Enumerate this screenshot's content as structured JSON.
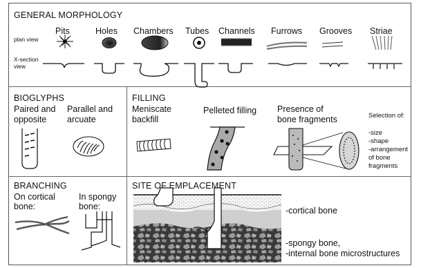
{
  "morphology": {
    "title": "GENERAL MORPHOLOGY",
    "plan_view_label": "plan view",
    "xsection_label_1": "X-section",
    "xsection_label_2": "view",
    "columns": [
      "Pits",
      "Holes",
      "Chambers",
      "Tubes",
      "Channels",
      "Furrows",
      "Grooves",
      "Striae"
    ]
  },
  "bioglyphs": {
    "title": "BIOGLYPHS",
    "paired_1": "Paired and",
    "paired_2": "opposite",
    "parallel_1": "Parallel and",
    "parallel_2": "arcuate"
  },
  "filling": {
    "title": "FILLING",
    "meniscate_1": "Meniscate",
    "meniscate_2": "backfill",
    "pelleted": "Pelleted filling",
    "presence_1": "Presence of",
    "presence_2": "bone fragments",
    "selection_title": "Selection of:",
    "selection_items": [
      "-size",
      "-shape",
      "-arrangement",
      "of bone",
      "fragments"
    ]
  },
  "branching": {
    "title": "BRANCHING",
    "cortical_1": "On cortical",
    "cortical_2": "bone:",
    "spongy_1": "In spongy",
    "spongy_2": "bone:"
  },
  "emplacement": {
    "title": "SITE OF EMPLACEMENT",
    "cortical": "-cortical bone",
    "spongy_1": "-spongy bone,",
    "spongy_2": "-internal bone microstructures"
  }
}
